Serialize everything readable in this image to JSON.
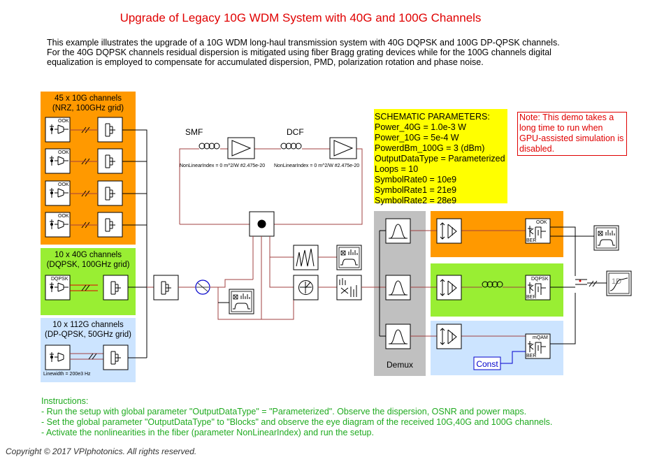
{
  "title": "Upgrade of Legacy 10G WDM System with 40G and 100G Channels",
  "description": "This example illustrates the upgrade of a 10G WDM long-haul transmission system with 40G DQPSK and 100G DP-QPSK channels. For the 40G DQPSK channels residual dispersion is mitigated using fiber Bragg grating devices while for the 100G channels digital equalization is employed to compensate for accumulated dispersion, PMD, polarization rotation and phase noise.",
  "groups": {
    "g10": {
      "line1": "45 x 10G channels",
      "line2": "(NRZ, 100GHz grid)",
      "mod": "OOK"
    },
    "g40": {
      "line1": "10 x 40G channels",
      "line2": "(DQPSK, 100GHz grid)",
      "mod": "DQPSK"
    },
    "g100": {
      "line1": "10 x 112G channels",
      "line2": "(DP-QPSK, 50GHz grid)",
      "linewidth": "Linewidth = 200e3 Hz"
    }
  },
  "loop": {
    "smf_label": "SMF",
    "dcf_label": "DCF",
    "nl_smf": "NonLinearIndex = 0 m^2/W #2.475e-20",
    "nl_dcf": "NonLinearIndex = 0 m^2/W #2.475e-20"
  },
  "parameters": {
    "heading": "SCHEMATIC PARAMETERS:",
    "lines": [
      "Power_40G = 1.0e-3 W",
      "Power_10G = 5e-4 W",
      "PowerdBm_100G = 3 (dBm)",
      "OutputDataType = Parameterized",
      "Loops = 10",
      "SymbolRate0 = 10e9",
      "SymbolRate1 = 21e9",
      "SymbolRate2 = 28e9"
    ]
  },
  "note": "Note: This demo takes a long time to run when GPU-assisted simulation is disabled.",
  "receiver": {
    "demux_label": "Demux",
    "rx10_mod": "OOK",
    "rx40_mod": "DQPSK",
    "rx100_mod": "mQAM",
    "ber": "BER",
    "const_label": "Const",
    "viz_1d": "1D"
  },
  "instructions": {
    "heading": "Instructions:",
    "lines": [
      "- Run the setup with global parameter \"OutputDataType\" = \"Parameterized\". Observe the dispersion, OSNR and power maps.",
      "- Set the global parameter \"OutputDataType\" to \"Blocks\" and observe the eye diagram of the received 10G,40G and 100G channels.",
      "- Activate the nonlinearities in the fiber (parameter NonLinearIndex) and run the setup."
    ]
  },
  "copyright": "Copyright © 2017 VPIphotonics. All rights reserved.",
  "colors": {
    "orange": "#ff9900",
    "green": "#99ee33",
    "lightblue": "#cce4ff",
    "gray": "#c0c0c0",
    "yellow": "#ffff00",
    "red": "#e00000"
  }
}
